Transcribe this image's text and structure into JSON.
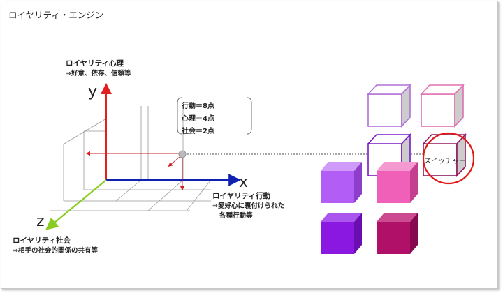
{
  "title": "ロイヤリティ・エンジン",
  "axes": {
    "y": {
      "letter": "y",
      "title": "ロイヤリティ心理",
      "desc": "⇒好意、依存、信頼等"
    },
    "x": {
      "letter": "x",
      "title": "ロイヤリティ行動",
      "desc_line1": "⇒愛好心に裏付けられた",
      "desc_line2": "各種行動等"
    },
    "z": {
      "letter": "z",
      "title": "ロイヤリティ社会",
      "desc": "⇒相手の社会的関係の共有等"
    }
  },
  "scores": [
    "行動＝8点",
    "心理＝4点",
    "社会＝2点"
  ],
  "switcher_label": "スイッチャー",
  "colors": {
    "y_axis": "#e02020",
    "x_axis": "#1020b0",
    "z_axis": "#88cc22",
    "circle": "#e01818",
    "cube_outline_1": "#b070d8",
    "cube_outline_2": "#e070b0",
    "cube_outline_3": "#7a18c0",
    "cube_outline_4": "#901860",
    "cube_solid_1": "#b25df5",
    "cube_solid_2": "#f060b8",
    "cube_solid_3": "#8a18e0",
    "cube_solid_4": "#b01068"
  }
}
